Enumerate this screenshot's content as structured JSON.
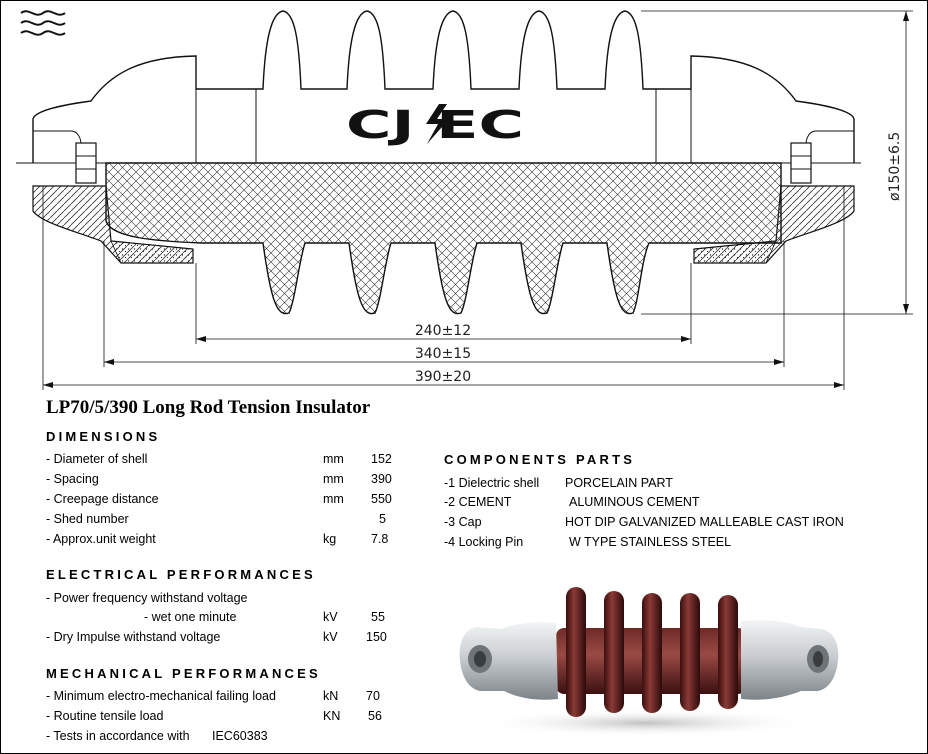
{
  "brand": {
    "logo_text": "CJ EC"
  },
  "drawing": {
    "dimensions": {
      "inner": "240±12",
      "middle": "340±15",
      "overall": "390±20",
      "diameter": "ø150±6.5"
    }
  },
  "title": "LP70/5/390 Long Rod Tension Insulator",
  "sections": {
    "dimensions": {
      "heading": "DIMENSIONS",
      "rows": [
        {
          "label": "- Diameter of shell",
          "unit": "mm",
          "value": "152"
        },
        {
          "label": "- Spacing",
          "unit": "mm",
          "value": "390"
        },
        {
          "label": "- Creepage distance",
          "unit": "mm",
          "value": "550"
        },
        {
          "label": "- Shed number",
          "unit": "",
          "value": "5"
        },
        {
          "label": "- Approx.unit weight",
          "unit": "kg",
          "value": "7.8"
        }
      ]
    },
    "electrical": {
      "heading": "ELECTRICAL   PERFORMANCES",
      "rows": [
        {
          "label": "- Power frequency withstand voltage",
          "unit": "",
          "value": ""
        },
        {
          "label": "- wet one minute",
          "unit": "kV",
          "value": "55"
        },
        {
          "label": "- Dry Impulse withstand voltage",
          "unit": "kV",
          "value": "150"
        }
      ]
    },
    "mechanical": {
      "heading": "MECHANICAL   PERFORMANCES",
      "rows": [
        {
          "label": "- Minimum electro-mechanical failing load",
          "unit": "kN",
          "value": "70"
        },
        {
          "label": "- Routine tensile load",
          "unit": "KN",
          "value": "56"
        },
        {
          "label": "- Tests in accordance with",
          "unit": "",
          "value": "IEC60383"
        }
      ]
    },
    "components": {
      "heading": "COMPONENTS   PARTS",
      "rows": [
        {
          "label": "-1 Dielectric shell",
          "material": "PORCELAIN PART"
        },
        {
          "label": "-2 CEMENT",
          "material": "ALUMINOUS CEMENT"
        },
        {
          "label": "-3 Cap",
          "material": "HOT DIP GALVANIZED MALLEABLE CAST IRON"
        },
        {
          "label": "-4 Locking Pin",
          "material": "W TYPE    STAINLESS STEEL"
        }
      ]
    }
  },
  "colors": {
    "porcelain": "#5a1a1a",
    "metal": "#c8ccd0",
    "line": "#111111"
  }
}
